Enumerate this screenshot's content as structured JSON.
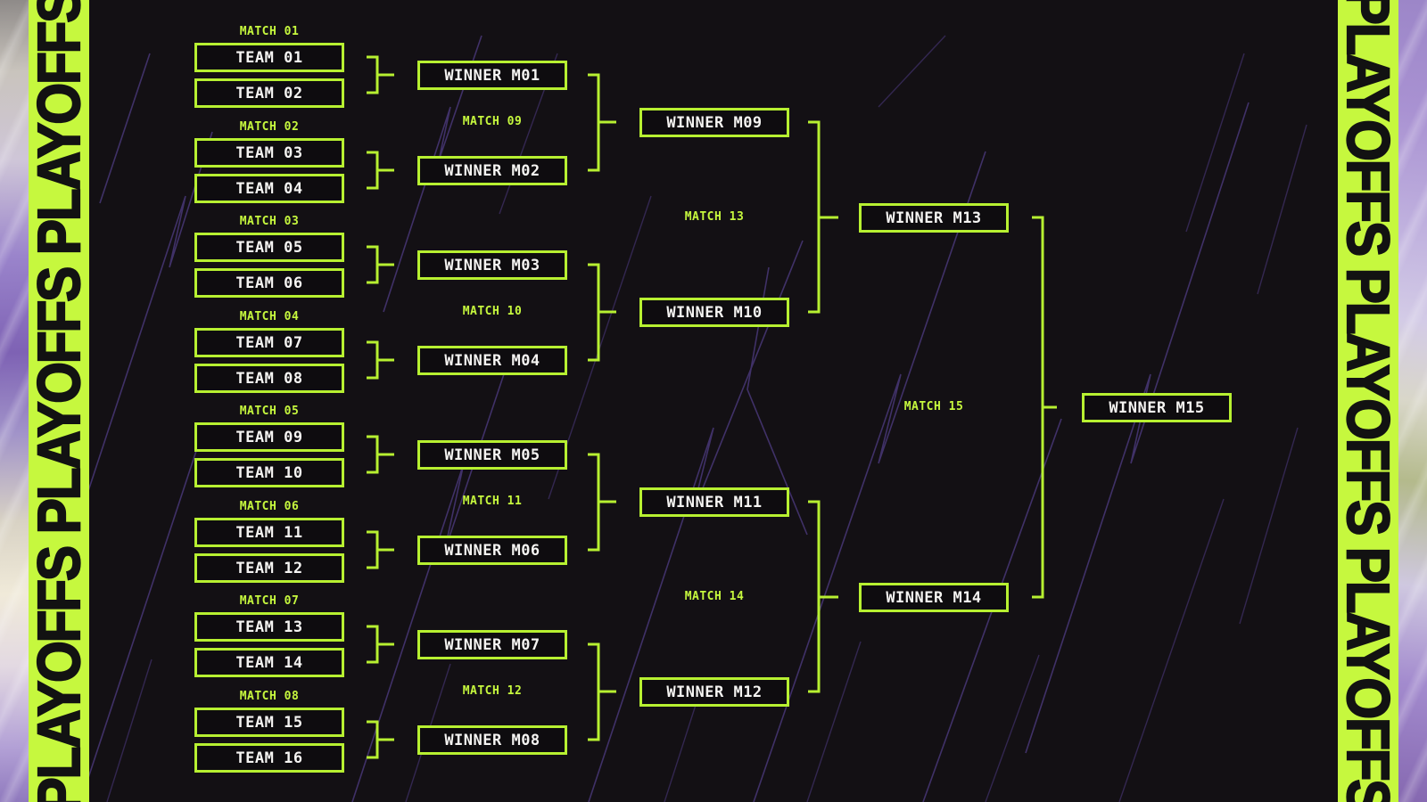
{
  "banners": {
    "left_text": "PLAYOFFS PLAYOFFS PLAYOFFS",
    "right_text": "PLAYOFFS PLAYOFFS PLAYOFFS"
  },
  "teams": [
    "TEAM 01",
    "TEAM 02",
    "TEAM 03",
    "TEAM 04",
    "TEAM 05",
    "TEAM 06",
    "TEAM 07",
    "TEAM 08",
    "TEAM 09",
    "TEAM 10",
    "TEAM 11",
    "TEAM 12",
    "TEAM 13",
    "TEAM 14",
    "TEAM 15",
    "TEAM 16"
  ],
  "match_labels": [
    "MATCH 01",
    "MATCH 02",
    "MATCH 03",
    "MATCH 04",
    "MATCH 05",
    "MATCH 06",
    "MATCH 07",
    "MATCH 08",
    "MATCH 09",
    "MATCH 10",
    "MATCH 11",
    "MATCH 12",
    "MATCH 13",
    "MATCH 14",
    "MATCH 15"
  ],
  "winner_slots": [
    "WINNER M01",
    "WINNER M02",
    "WINNER M03",
    "WINNER M04",
    "WINNER M05",
    "WINNER M06",
    "WINNER M07",
    "WINNER M08",
    "WINNER M09",
    "WINNER M10",
    "WINNER M11",
    "WINNER M12",
    "WINNER M13",
    "WINNER M14",
    "WINNER M15"
  ],
  "colors": {
    "neon_green": "#c6f83e",
    "line_green": "#b7f031",
    "background": "#131014",
    "box_fill": "#0e0c0f",
    "streak_purple": "#4c3a7d",
    "slot_text": "#f5f4f2",
    "banner_text": "#121212"
  }
}
